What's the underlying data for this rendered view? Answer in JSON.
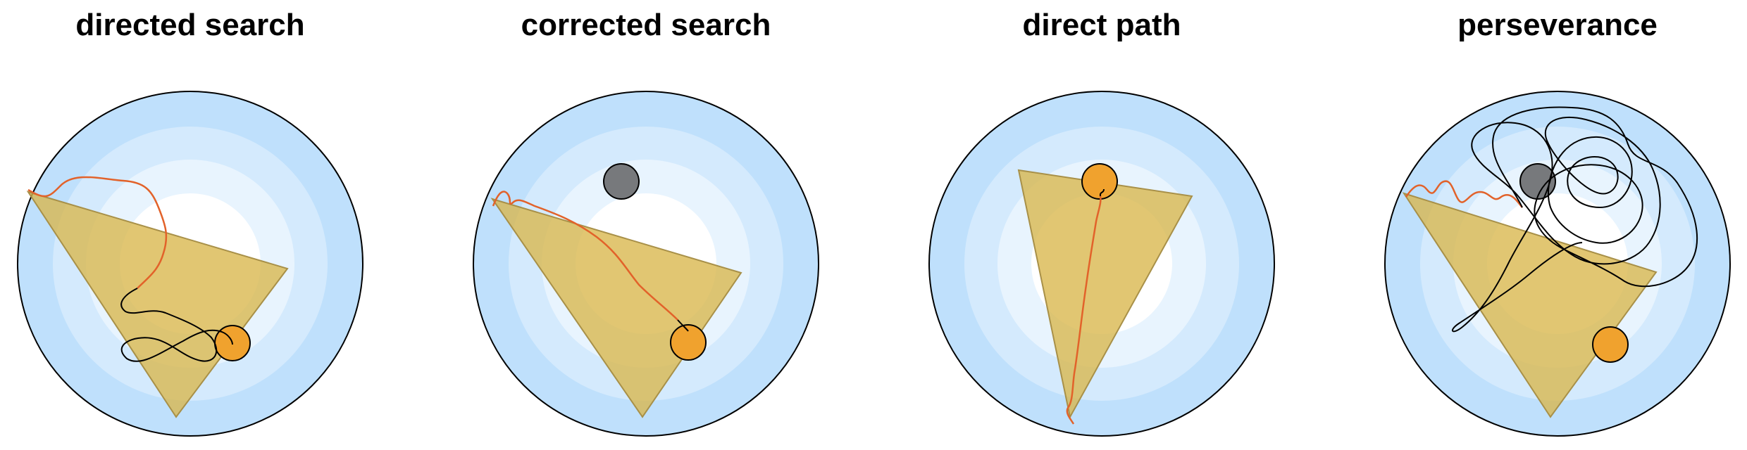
{
  "panels": [
    {
      "title": "directed search",
      "platform": "current",
      "former_platform": false
    },
    {
      "title": "corrected search",
      "platform": "current",
      "former_platform": true
    },
    {
      "title": "direct path",
      "platform": "current",
      "former_platform": false
    },
    {
      "title": "perseverance",
      "platform": "current",
      "former_platform": true
    }
  ],
  "colors": {
    "zone_outer": "#bfe0fc",
    "zone_2": "#d4eafd",
    "zone_3": "#e8f4fe",
    "zone_center": "#ffffff",
    "sector_fill": "#d9b64a",
    "current_platform": "#f0a22e",
    "former_platform": "#77797c",
    "early_path": "#e2622a",
    "late_path": "#000000"
  }
}
